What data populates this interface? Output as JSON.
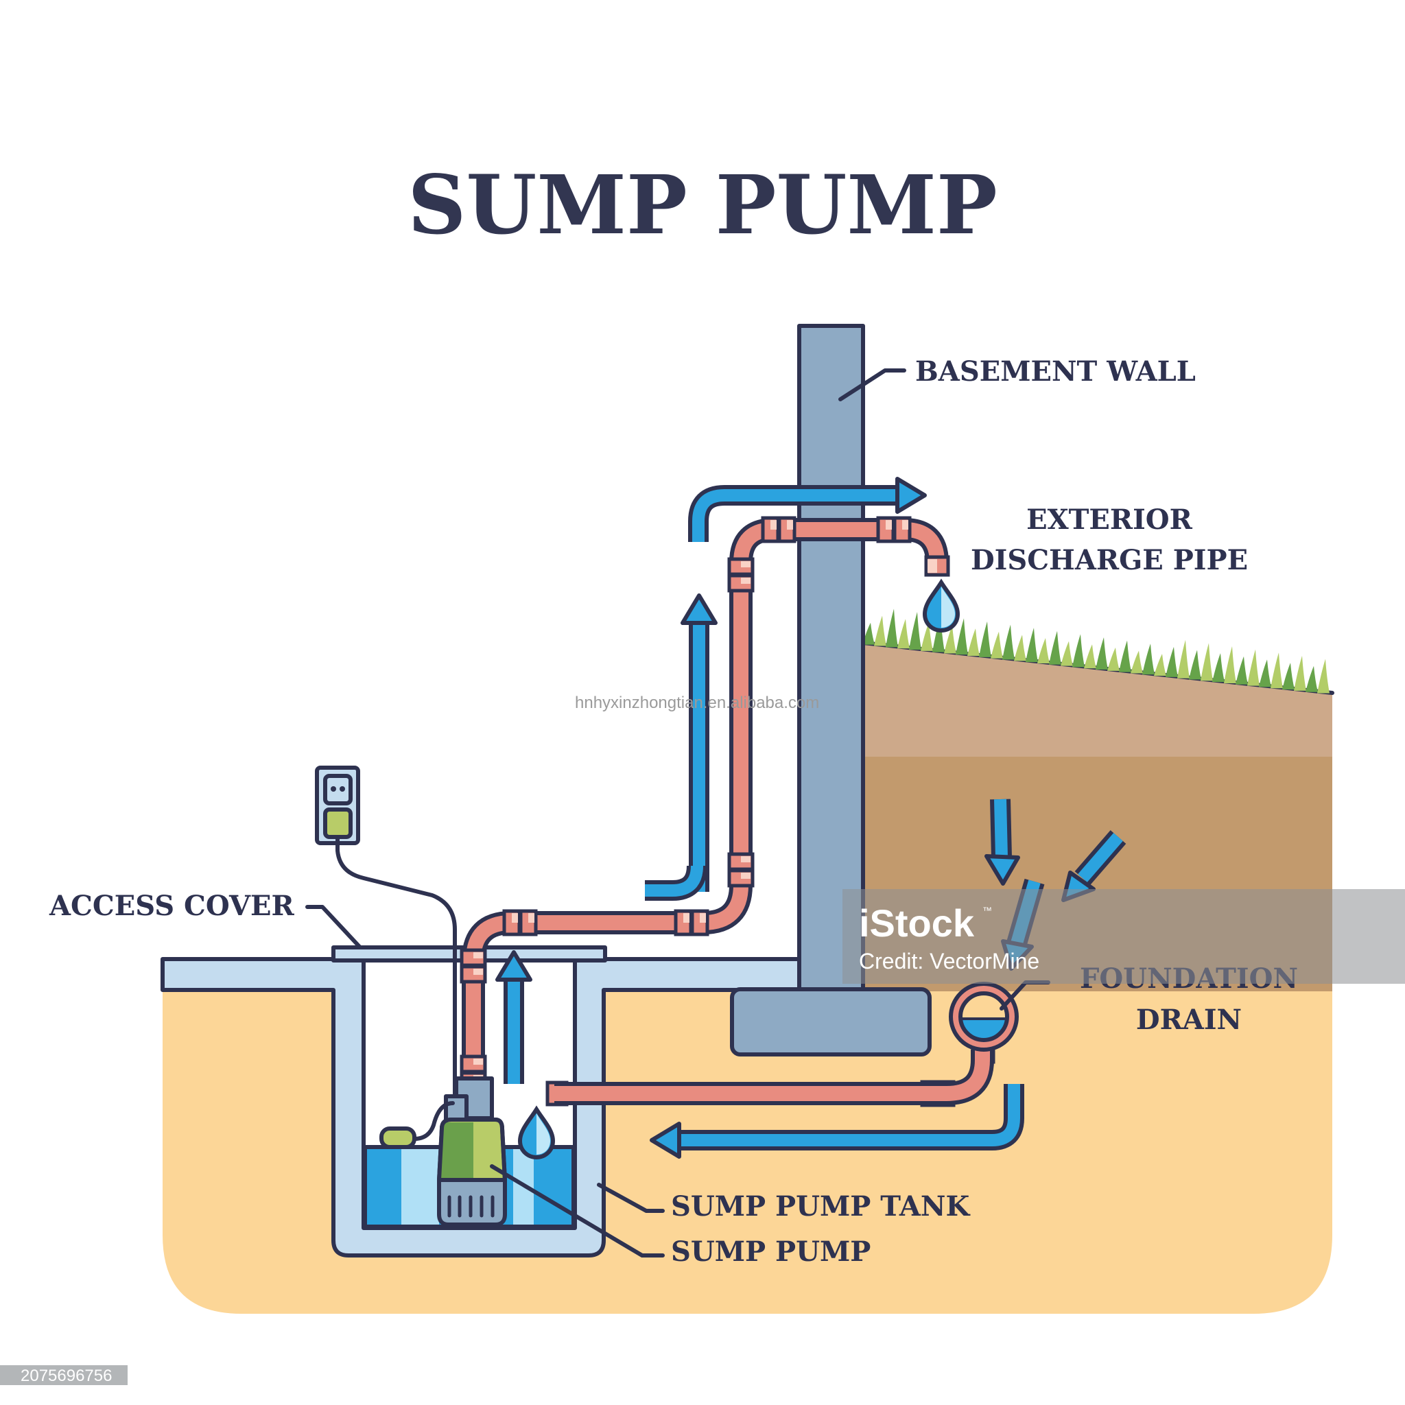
{
  "title": "SUMP PUMP",
  "labels": {
    "basement_wall": "BASEMENT WALL",
    "exterior_discharge_pipe_line1": "EXTERIOR",
    "exterior_discharge_pipe_line2": "DISCHARGE PIPE",
    "access_cover": "ACCESS COVER",
    "foundation_drain_line1": "FOUNDATION",
    "foundation_drain_line2": "DRAIN",
    "sump_pump_tank": "SUMP PUMP TANK",
    "sump_pump": "SUMP PUMP"
  },
  "watermarks": {
    "site": "hnhyxinzhongtian.en.alibaba.com",
    "brand": "iStock",
    "brand_tm": "™",
    "credit": "Credit: VectorMine",
    "image_id": "2075696756"
  },
  "colors": {
    "outline": "#2e3250",
    "title": "#323651",
    "wall": "#8eaac4",
    "pipe": "#e88c80",
    "pipe_joint": "#f9d2c6",
    "water": "#2ba3df",
    "water_light": "#bfe7f8",
    "tank": "#c4dcef",
    "ground_sand": "#fcd697",
    "soil_top": "#cda98a",
    "soil_mid": "#c29a6d",
    "grass_dark": "#66a34a",
    "grass_light": "#b2cd68",
    "pump_dark": "#6aa04b",
    "pump_light": "#b8cc68"
  },
  "icons": {
    "outlet": "power-outlet-icon",
    "water_drop": "water-drop-icon",
    "flow_arrow": "flow-arrow-icon"
  }
}
